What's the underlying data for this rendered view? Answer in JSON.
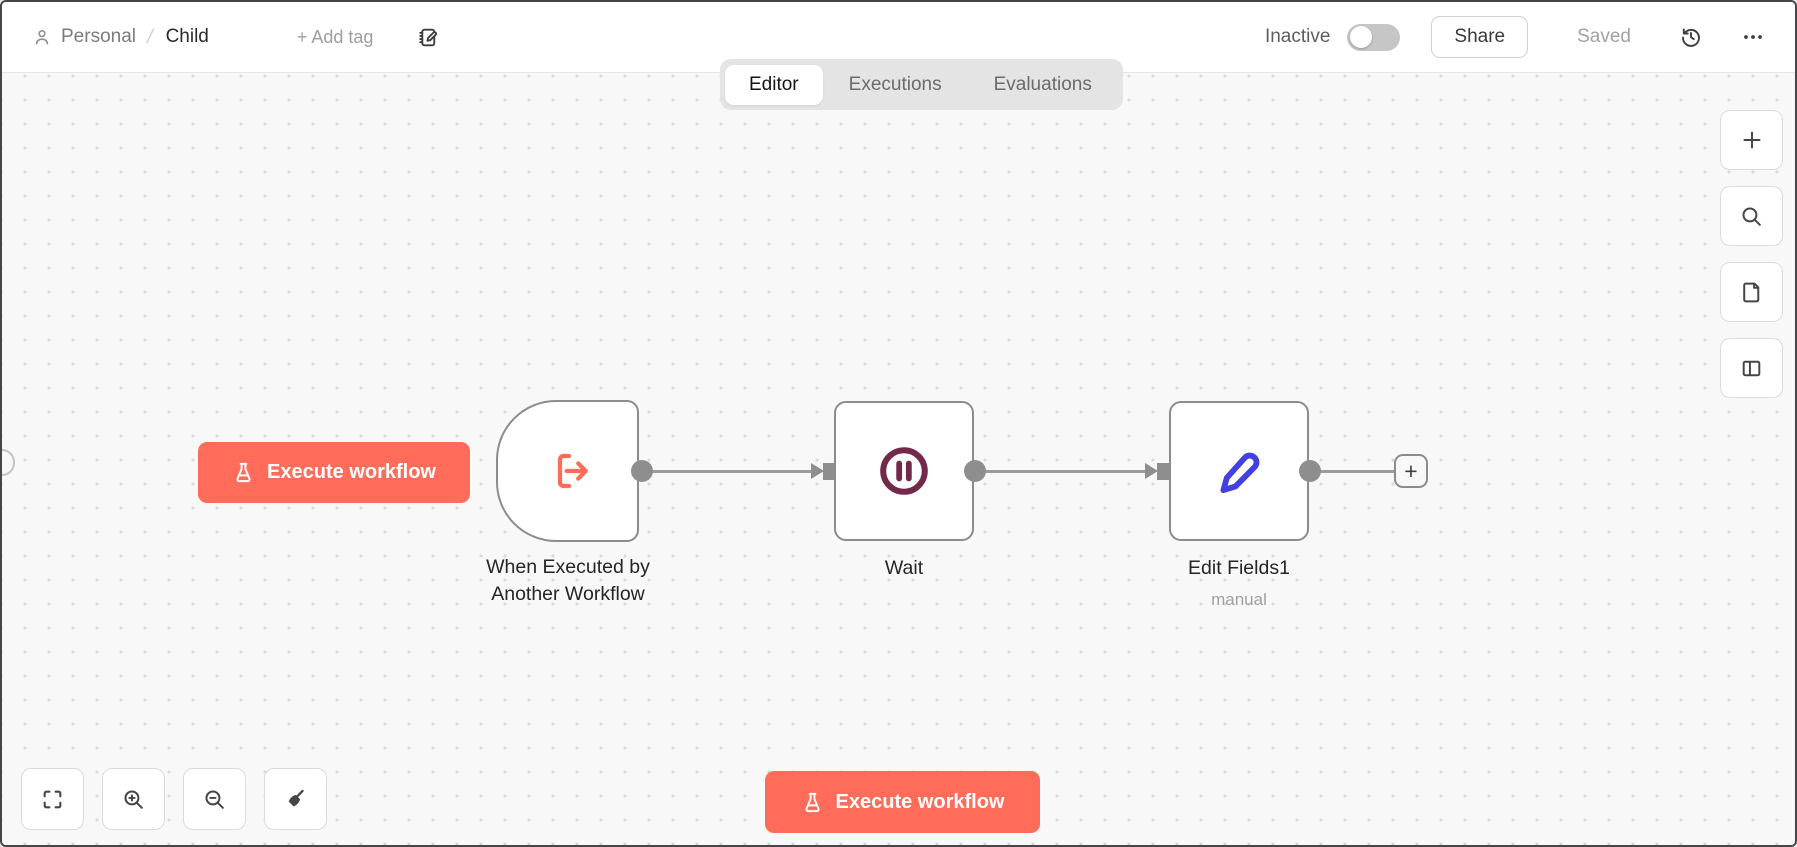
{
  "header": {
    "project": "Personal",
    "breadcrumb_separator": "/",
    "workflow_name": "Child",
    "add_tag": "+ Add tag",
    "activation_status": "Inactive",
    "share": "Share",
    "save_status": "Saved"
  },
  "tabs": [
    {
      "label": "Editor",
      "active": true
    },
    {
      "label": "Executions",
      "active": false
    },
    {
      "label": "Evaluations",
      "active": false
    }
  ],
  "canvas": {
    "execute_workflow_top": "Execute workflow",
    "execute_workflow_bottom": "Execute workflow",
    "add_node_plus": "+",
    "nodes": [
      {
        "id": "when-executed-trigger",
        "label_line1": "When Executed by",
        "label_line2": "Another Workflow",
        "icon": "workflow-input-icon"
      },
      {
        "id": "wait",
        "label": "Wait",
        "icon": "pause-icon"
      },
      {
        "id": "edit-fields",
        "label": "Edit Fields1",
        "subtitle": "manual",
        "icon": "pen-icon"
      }
    ]
  },
  "toolbars": {
    "right": [
      {
        "icon": "plus-icon",
        "action": "add node"
      },
      {
        "icon": "search-icon",
        "action": "search"
      },
      {
        "icon": "sticky-note-icon",
        "action": "add sticky"
      },
      {
        "icon": "panel-icon",
        "action": "toggle panel"
      }
    ],
    "bottom_left": [
      {
        "icon": "fit-view-icon",
        "action": "zoom to fit"
      },
      {
        "icon": "zoom-in-icon",
        "action": "zoom in"
      },
      {
        "icon": "zoom-out-icon",
        "action": "zoom out"
      },
      {
        "icon": "tidy-up-icon",
        "action": "tidy up"
      }
    ]
  },
  "colors": {
    "primary": "#ff6d5a",
    "trigger_icon": "#ff6d5a",
    "wait_icon": "#72294a",
    "edit_icon": "#4340e0",
    "node_border": "#8c8c8c",
    "connector": "#8e8e8e",
    "canvas_bg": "#f8f8f8",
    "tab_bg": "#e4e4e4"
  }
}
